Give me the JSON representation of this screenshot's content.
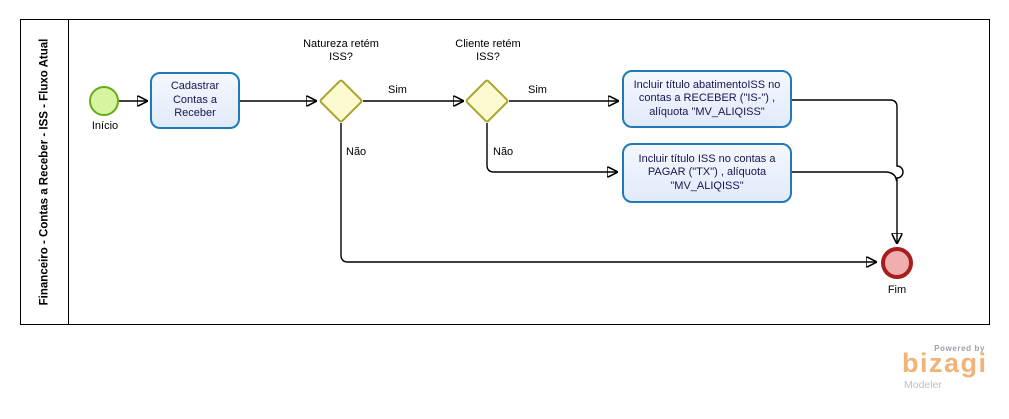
{
  "diagram": {
    "lane_title": "Financeiro - Contas a Receber - ISS - Fluxo Atual",
    "nodes": {
      "start": {
        "type": "start-event",
        "label": "Início"
      },
      "task_cadastrar": {
        "type": "task",
        "label": "Cadastrar Contas a Receber"
      },
      "gateway_natureza": {
        "type": "exclusive-gateway",
        "label": "Natureza retém ISS?"
      },
      "gateway_cliente": {
        "type": "exclusive-gateway",
        "label": "Cliente retém ISS?"
      },
      "task_receber": {
        "type": "task",
        "label": "Incluir título abatimentoISS no contas a RECEBER (\"IS-\") , alíquota \"MV_ALIQISS\""
      },
      "task_pagar": {
        "type": "task",
        "label": "Incluir título ISS no contas a PAGAR (\"TX\") , alíquota \"MV_ALIQISS\""
      },
      "end": {
        "type": "end-event",
        "label": "Fim"
      }
    },
    "edge_labels": {
      "natureza_sim": "Sim",
      "natureza_nao": "Não",
      "cliente_sim": "Sim",
      "cliente_nao": "Não"
    },
    "colors": {
      "task_border": "#2079b8",
      "task_fill": "#e8effb",
      "task_text": "#161651",
      "gateway_border": "#a8a42e",
      "gateway_fill": "#fbf9d0",
      "start_border": "#67ac18",
      "start_fill": "#d7f4a1",
      "end_border": "#a81e1e",
      "end_fill": "#f0aeae",
      "connector": "#000000",
      "logo_orange": "#f2b377",
      "logo_gray": "#9ba1a9"
    }
  },
  "branding": {
    "powered_by": "Powered by",
    "logo": "bizagi",
    "product": "Modeler"
  }
}
